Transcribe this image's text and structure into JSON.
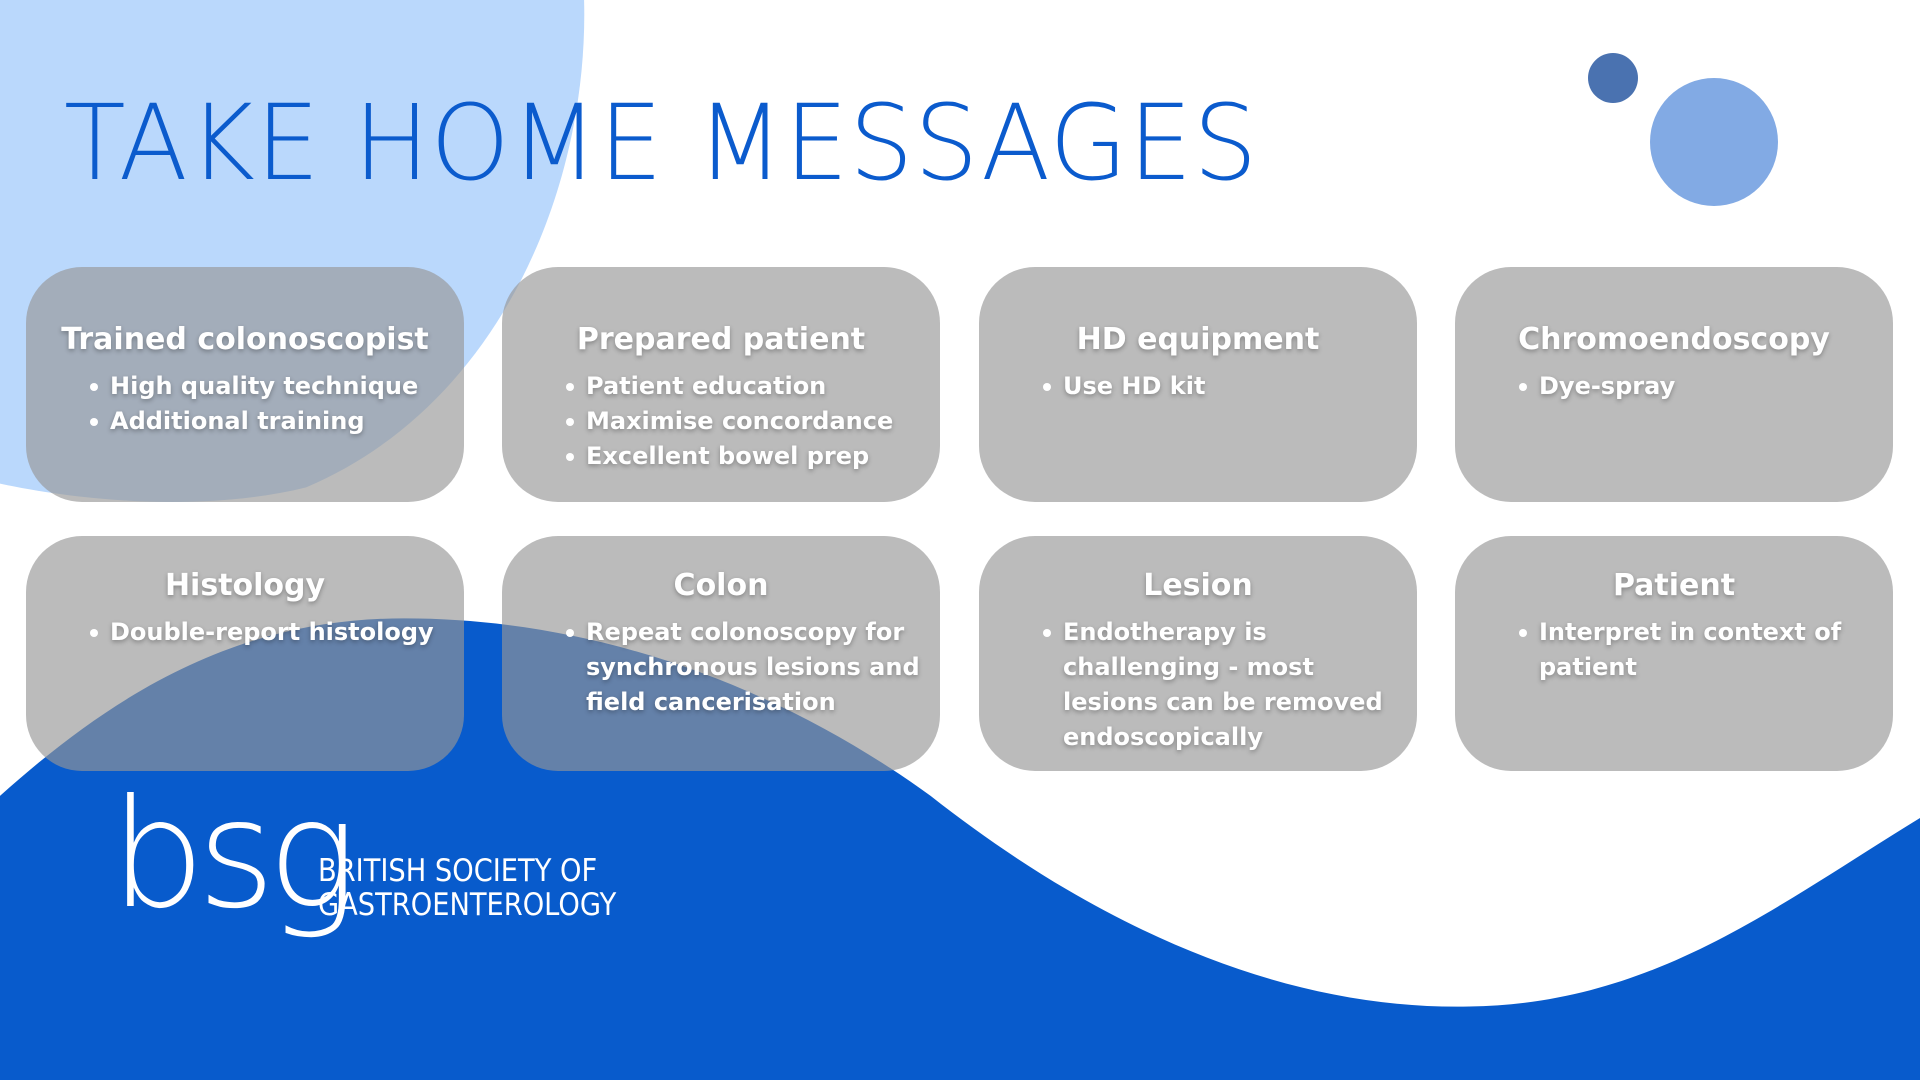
{
  "title": "TAKE HOME MESSAGES",
  "colors": {
    "brand_blue": "#085bcc",
    "light_blue": "#bad8fc",
    "dot_dark": "#4a72b0",
    "dot_light": "#82aae4"
  },
  "cards": [
    {
      "title": "Trained colonoscopist",
      "bullets": [
        "High quality technique",
        "Additional training"
      ]
    },
    {
      "title": "Prepared patient",
      "bullets": [
        "Patient education",
        "Maximise concordance",
        "Excellent bowel prep"
      ]
    },
    {
      "title": "HD equipment",
      "bullets": [
        "Use HD kit"
      ]
    },
    {
      "title": "Chromoendoscopy",
      "bullets": [
        "Dye-spray"
      ]
    },
    {
      "title": "Histology",
      "bullets": [
        "Double-report histology"
      ]
    },
    {
      "title": "Colon",
      "bullets": [
        "Repeat colonoscopy for synchronous lesions and field cancerisation"
      ]
    },
    {
      "title": "Lesion",
      "bullets": [
        "Endotherapy is challenging - most lesions can be removed endoscopically"
      ]
    },
    {
      "title": "Patient",
      "bullets": [
        "Interpret in context of patient"
      ]
    }
  ],
  "logo": {
    "mark": "bsg",
    "line1": "BRITISH SOCIETY OF",
    "line2": "GASTROENTEROLOGY"
  }
}
